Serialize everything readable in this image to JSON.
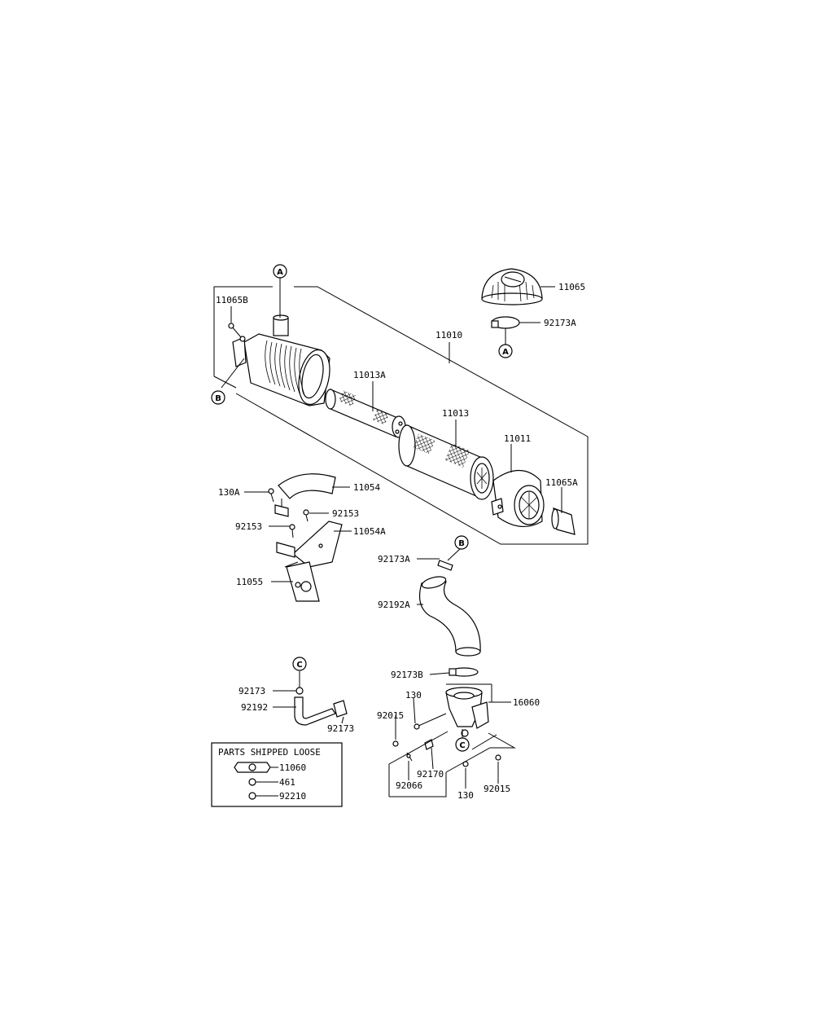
{
  "diagram": {
    "part_labels": {
      "p11065": "11065",
      "p92173A_top": "92173A",
      "p11065B": "11065B",
      "p11010": "11010",
      "p11013A": "11013A",
      "p11013": "11013",
      "p11011": "11011",
      "p11065A": "11065A",
      "p130A": "130A",
      "p11054": "11054",
      "p92153_right": "92153",
      "p92153_left": "92153",
      "p11054A": "11054A",
      "p11055": "11055",
      "p92173A_hose": "92173A",
      "p92192A": "92192A",
      "p92173B": "92173B",
      "p92173_left": "92173",
      "p92192": "92192",
      "p92173_right": "92173",
      "p130_top": "130",
      "p16060": "16060",
      "p92015_left": "92015",
      "p92170": "92170",
      "p92066": "92066",
      "p130_bottom": "130",
      "p92015_right": "92015"
    },
    "callouts": {
      "a_top": "A",
      "a_cap": "A",
      "b_left": "B",
      "b_hose": "B",
      "c_left": "C",
      "c_bowl": "C"
    },
    "loose_box": {
      "title": "PARTS SHIPPED LOOSE",
      "items": [
        "11060",
        "461",
        "92210"
      ]
    }
  }
}
